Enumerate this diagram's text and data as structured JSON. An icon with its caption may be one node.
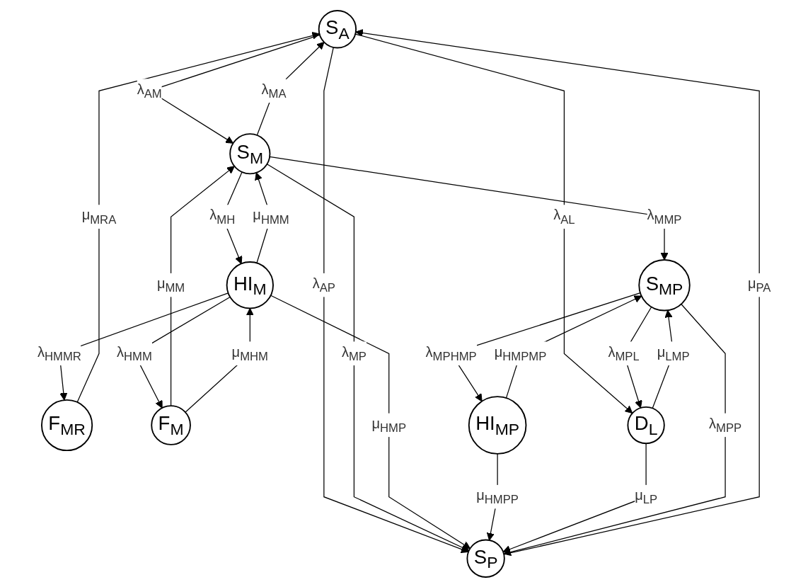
{
  "diagram": {
    "nodes": [
      {
        "text": [
          "S$_{A}$"
        ]
      },
      {
        "text": [
          "S$_{M}$"
        ]
      },
      {
        "text": [
          "F$_{MR}$"
        ]
      },
      {
        "text": [
          "F$_{M}$"
        ]
      },
      {
        "text": [
          "HI$_{M}$"
        ]
      },
      {
        "text": [
          "HI$_{MP}$"
        ]
      },
      {
        "text": [
          "S$_{P}$"
        ]
      },
      {
        "text": [
          "D$_{L}$"
        ]
      },
      {
        "text": [
          "S$_{MP}$"
        ]
      }
    ],
    "edges": [
      {
        "from": 0,
        "to": 1,
        "arrow": "to",
        "label": "λ$_{AM}$"
      },
      {
        "from": 1,
        "to": 0,
        "arrow": "to",
        "label": "λ$_{MA}$"
      },
      {
        "from": 2,
        "to": 0,
        "arrow": "to",
        "label": "μ$_{MRA}$"
      },
      {
        "from": 0,
        "to": 7,
        "arrow": "to",
        "label": "λ$_{AL}$"
      },
      {
        "from": 0,
        "to": 6,
        "arrow": "to",
        "label": "λ$_{AP}$"
      },
      {
        "from": 6,
        "to": 0,
        "arrow": "to",
        "label": "μ$_{PA}$"
      },
      {
        "from": 3,
        "to": 1,
        "arrow": "to",
        "label": "μ$_{MM}$"
      },
      {
        "from": 1,
        "to": 4,
        "arrow": "to",
        "label": "λ$_{MH}$"
      },
      {
        "from": 4,
        "to": 1,
        "arrow": "to",
        "label": "μ$_{HMM}$"
      },
      {
        "from": 1,
        "to": 6,
        "arrow": "to",
        "label": "λ$_{MP}$"
      },
      {
        "from": 1,
        "to": 8,
        "arrow": "to",
        "label": "λ$_{MMP}$"
      },
      {
        "from": 4,
        "to": 2,
        "arrow": "to",
        "label": "λ$_{HMMR}$"
      },
      {
        "from": 4,
        "to": 3,
        "arrow": "to",
        "label": "λ$_{HMM}$"
      },
      {
        "from": 3,
        "to": 4,
        "arrow": "to",
        "label": "μ$_{MHM}$"
      },
      {
        "from": 4,
        "to": 6,
        "arrow": "to",
        "label": "μ$_{HMP}$"
      },
      {
        "from": 5,
        "to": 6,
        "arrow": "to",
        "label": "μ$_{HMPP}$"
      },
      {
        "from": 5,
        "to": 8,
        "arrow": "to",
        "label": "μ$_{HMPMP}$"
      },
      {
        "from": 8,
        "to": 5,
        "arrow": "to",
        "label": "λ$_{MPHMP}$"
      },
      {
        "from": 7,
        "to": 6,
        "arrow": "to",
        "label": "μ$_{LP}$"
      },
      {
        "from": 7,
        "to": 8,
        "arrow": "to",
        "label": "μ$_{LMP}$"
      },
      {
        "from": 8,
        "to": 7,
        "arrow": "to",
        "label": "λ$_{MPL}$"
      },
      {
        "from": 8,
        "to": 6,
        "arrow": "to",
        "label": "λ$_{MPP}$"
      }
    ]
  }
}
